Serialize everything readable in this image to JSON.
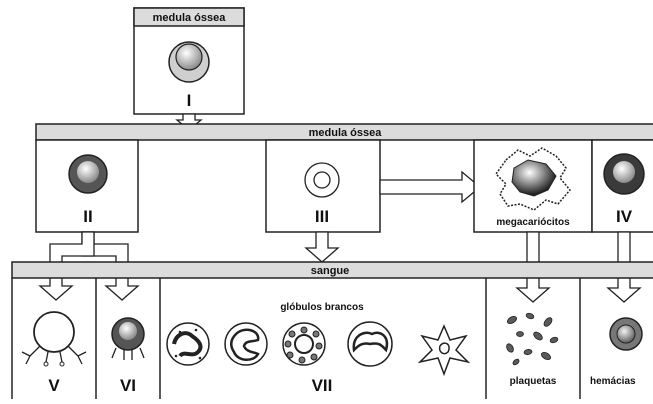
{
  "top_box": {
    "title": "medula óssea",
    "cell_label": "I"
  },
  "marrow_band": {
    "title": "medula óssea"
  },
  "blood_band": {
    "title": "sangue"
  },
  "cells": {
    "ii": "II",
    "iii": "III",
    "iv": "IV",
    "v": "V",
    "vi": "VI",
    "vii": "VII"
  },
  "labels": {
    "megakaryocytes": "megacariócitos",
    "white_cells": "glóbulos brancos",
    "platelets": "plaquetas",
    "red_cells": "hemácias"
  },
  "colors": {
    "band": "#dcdcdc",
    "line": "#222222",
    "dark_cell": "#555555",
    "mid_cell": "#9a9a9a"
  }
}
